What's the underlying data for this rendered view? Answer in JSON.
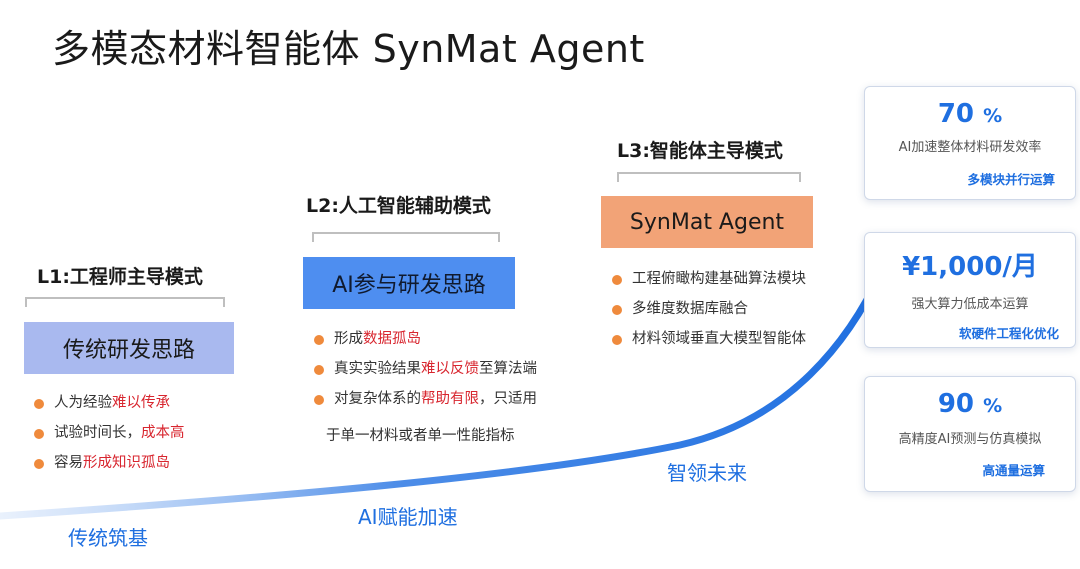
{
  "slide": {
    "title": "多模态材料智能体 SynMat Agent"
  },
  "levels": [
    {
      "title": "L1:工程师主导模式",
      "mode": "传统研发思路",
      "bullets": [
        {
          "plain": "人为经验",
          "highlight": "难以传承",
          "rest": ""
        },
        {
          "plain": "试验时间长，",
          "highlight": "成本高",
          "rest": ""
        },
        {
          "plain": "容易",
          "highlight": "形成知识孤岛",
          "rest": ""
        }
      ]
    },
    {
      "title": "L2:人工智能辅助模式",
      "mode": "AI参与研发思路",
      "bullets": [
        {
          "plain": "形成",
          "highlight": "数据孤岛",
          "rest": ""
        },
        {
          "plain": "真实实验结果",
          "highlight": "难以反馈",
          "rest": "至算法端"
        },
        {
          "plain": "对复杂体系的",
          "highlight": "帮助有限",
          "rest": "，只适用"
        }
      ],
      "continuation": "于单一材料或者单一性能指标"
    },
    {
      "title": "L3:智能体主导模式",
      "mode": "SynMat Agent",
      "bullets": [
        {
          "plain": "工程俯瞰构建基础算法模块",
          "highlight": "",
          "rest": ""
        },
        {
          "plain": "多维度数据库融合",
          "highlight": "",
          "rest": ""
        },
        {
          "plain": "材料领域垂直大模型智能体",
          "highlight": "",
          "rest": ""
        }
      ]
    }
  ],
  "stages": [
    "传统筑基",
    "AI赋能加速",
    "智领未来"
  ],
  "cards": [
    {
      "value": "70",
      "unit": "%",
      "desc": "AI加速整体材料研发效率",
      "tag": "多模块并行运算"
    },
    {
      "value": "¥1,000/月",
      "unit": "",
      "desc": "强大算力低成本运算",
      "tag": "软硬件工程化优化"
    },
    {
      "value": "90",
      "unit": "%",
      "desc": "高精度AI预测与仿真模拟",
      "tag": "高通量运算"
    }
  ],
  "colors": {
    "accent_blue": "#1f6fe0",
    "bullet_orange": "#ef8a3c",
    "highlight_red": "#d8262f",
    "l1_box": "#a9b9ef",
    "l2_box": "#4e8ef0",
    "l3_box": "#f2a377"
  }
}
